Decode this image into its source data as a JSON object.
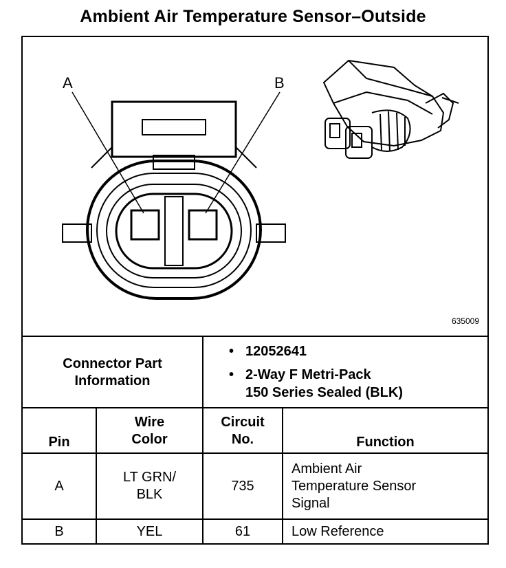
{
  "title": "Ambient Air Temperature Sensor–Outside",
  "diagram": {
    "label_a": "A",
    "label_b": "B",
    "figure_number": "635009"
  },
  "connector": {
    "heading": [
      "Connector Part",
      "Information"
    ],
    "items": [
      {
        "bullet": "•",
        "lines": [
          "12052641"
        ]
      },
      {
        "bullet": "•",
        "lines": [
          "2-Way F Metri-Pack",
          "150 Series Sealed (BLK)"
        ]
      }
    ]
  },
  "table": {
    "headers": {
      "pin": "Pin",
      "wire_color": [
        "Wire",
        "Color"
      ],
      "circuit": [
        "Circuit",
        "No."
      ],
      "function": "Function"
    },
    "rows": [
      {
        "pin": "A",
        "wire_color": [
          "LT GRN/",
          "BLK"
        ],
        "circuit": "735",
        "function": [
          "Ambient Air",
          "Temperature Sensor",
          "Signal"
        ]
      },
      {
        "pin": "B",
        "wire_color": [
          "YEL"
        ],
        "circuit": "61",
        "function": [
          "Low Reference"
        ]
      }
    ]
  }
}
